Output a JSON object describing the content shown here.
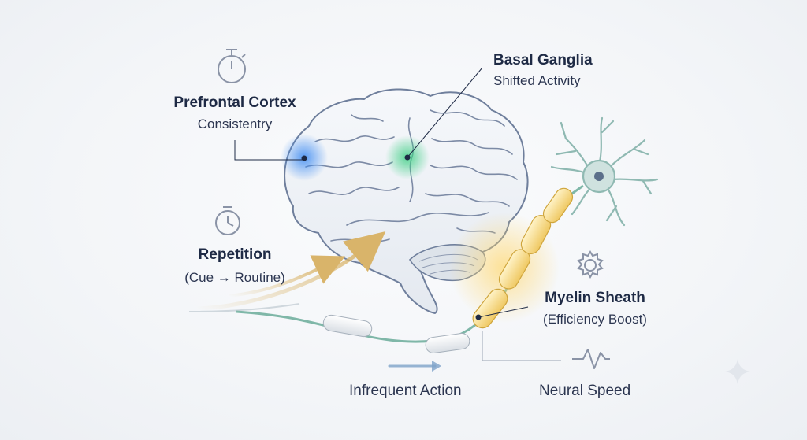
{
  "labels": {
    "prefrontal": {
      "title": "Prefrontal Cortex",
      "subtitle": "Consistentry"
    },
    "basal": {
      "title": "Basal Ganglia",
      "subtitle": "Shifted Activity"
    },
    "repetition": {
      "title": "Repetition",
      "subtitle": "(Cue → Routine)"
    },
    "myelin": {
      "title": "Myelin Sheath",
      "subtitle": "(Efficiency Boost)"
    }
  },
  "captions": {
    "infrequent": "Infrequent Action",
    "speed": "Neural Speed"
  },
  "icons": {
    "prefrontal": "stopwatch-icon",
    "repetition": "timer-icon",
    "myelin": "gear-icon",
    "speed": "pulse-icon",
    "corner": "sparkle-icon"
  },
  "colors": {
    "text": "#1e2a45",
    "brain_outline": "#6f7f9c",
    "prefrontal_glow": "#3d8bf2",
    "basal_glow": "#3fcf85",
    "myelin_glow": "#f2c24a",
    "axon": "#7fb7a8",
    "neuron": "#8fb9b2",
    "arrow": "#d9b46a",
    "icon": "#8a93a6"
  }
}
